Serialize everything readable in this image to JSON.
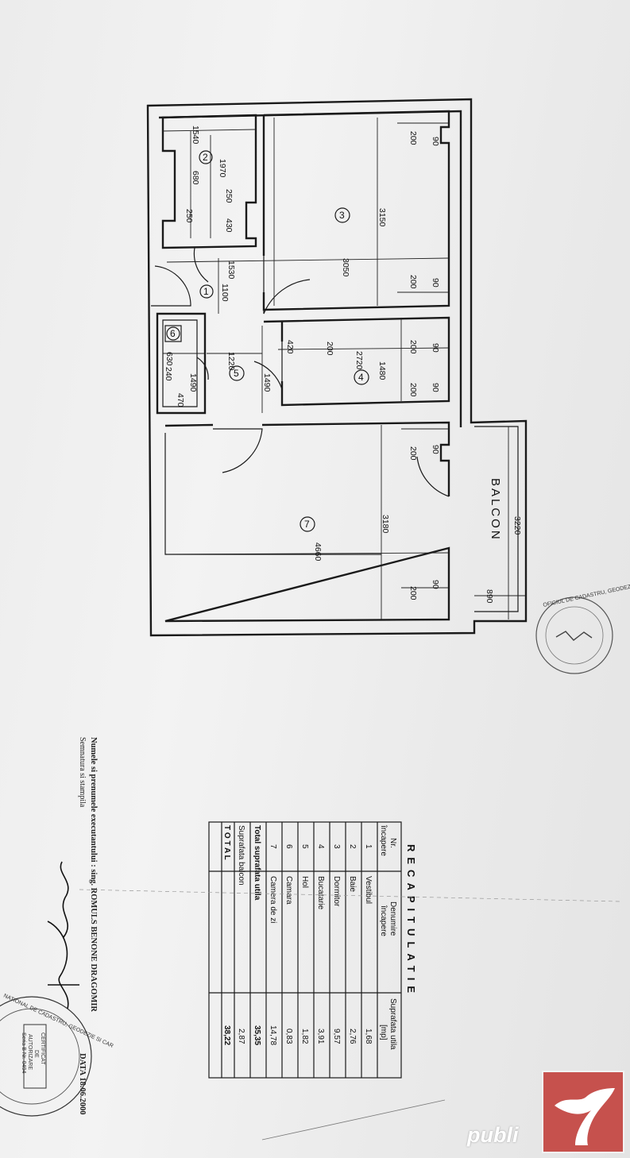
{
  "plan": {
    "balcony_label": "BALCON",
    "room_numbers": [
      "1",
      "2",
      "3",
      "4",
      "5",
      "6",
      "7"
    ],
    "dimensions": {
      "d1540": "1540",
      "d1970": "1970",
      "d680": "680",
      "d250a": "250",
      "d250b": "250",
      "d430": "430",
      "d1530": "1530",
      "d1100": "1100",
      "d3150": "3150",
      "d3050": "3050",
      "d200": "200",
      "d90": "90",
      "d420": "420",
      "d2720": "2720",
      "d1220": "1220",
      "d1480": "1480",
      "d1490a": "1490",
      "d1490b": "1490",
      "d630": "630",
      "d240": "240",
      "d470": "470",
      "d3180": "3180",
      "d4660": "4660",
      "d3220": "3220",
      "d890": "890"
    }
  },
  "table": {
    "title": "RECAPITULATIE",
    "headers": {
      "nr": "Nr.",
      "incapere": "încapere",
      "denumire_1": "Denumire",
      "denumire_2": "încapere",
      "suprafata_1": "Suprafata utila",
      "suprafata_2": "[mp]"
    },
    "rows": [
      {
        "nr": "1",
        "name": "Vestibul",
        "area": "1,68"
      },
      {
        "nr": "2",
        "name": "Baie",
        "area": "2,76"
      },
      {
        "nr": "3",
        "name": "Dormitor",
        "area": "9,57"
      },
      {
        "nr": "4",
        "name": "Bucatarie",
        "area": "3,91"
      },
      {
        "nr": "5",
        "name": "Hol",
        "area": "1,82"
      },
      {
        "nr": "6",
        "name": "Camara",
        "area": "0,83"
      },
      {
        "nr": "7",
        "name": "Camera de zi",
        "area": "14,78"
      }
    ],
    "total_util_label": "Total suprafata utila",
    "total_util": "35,35",
    "balcony_label": "Suprafata balcon",
    "balcony": "2,87",
    "total_label": "T O T A L",
    "total": "38,22"
  },
  "signature": {
    "line1": "Numele si prenumele executantului : sing. ROMULS BENONE DRAGOMIR",
    "line2": "Semnatura si stampila",
    "date": "DATA 18.06.2000",
    "handwritten": "R.Dragomir"
  },
  "stamp": {
    "text_top": "NATIONAL DE CADASTRU, GEODEZIE SI CAR",
    "certificate": "CERTIFICAT",
    "de": "DE",
    "autorizare": "AUTORIZARE",
    "series": "Seria B Nr. 0494"
  },
  "stamp_plan": {
    "ring": "OFICIUL DE CADASTRU, GEODEZIE SI CARTOGRAFIE BUCURESTI"
  },
  "watermark": {
    "text": "publi"
  },
  "colors": {
    "logo": "#c6514d",
    "ink": "#1a1a1a",
    "paper": "#eeeeee"
  }
}
